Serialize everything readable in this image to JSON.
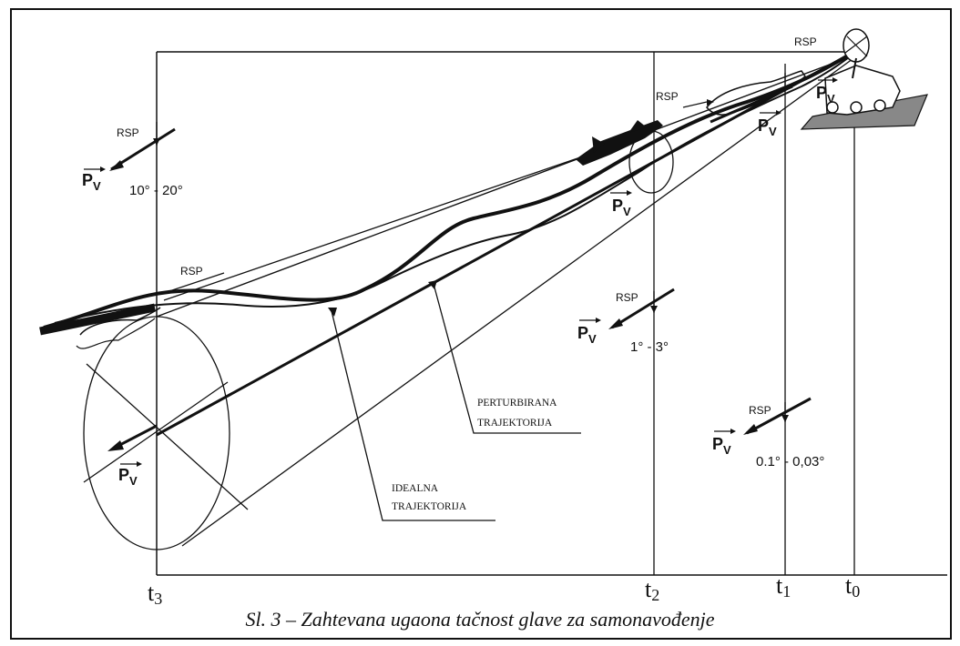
{
  "figure": {
    "caption": "Sl. 3 – Zahtevana ugaona tačnost glave za samonavođenje",
    "time_labels": {
      "t3": "t",
      "t3_sub": "3",
      "t2": "t",
      "t2_sub": "2",
      "t1": "t",
      "t1_sub": "1",
      "t0": "t",
      "t0_sub": "0"
    },
    "rsp": {
      "rsp_top": "RSP",
      "rsp_t3": "RSP",
      "rsp_mid": "RSP",
      "rsp_t2": "RSP",
      "rsp_t1": "RSP",
      "rsp_top_left": "RSP"
    },
    "pv": {
      "base": "P",
      "sub": "V"
    },
    "accuracy": {
      "t3": "10° - 20°",
      "t2": "1° - 3°",
      "t1": "0.1° - 0,03°"
    },
    "labels": {
      "perturbed_line1": "PERTURBIRANA",
      "perturbed_line2": "TRAJEKTORIJA",
      "ideal_line1": "IDEALNA",
      "ideal_line2": "TRAJEKTORIJA"
    },
    "colors": {
      "ink": "#111111",
      "paper": "#ffffff"
    }
  }
}
